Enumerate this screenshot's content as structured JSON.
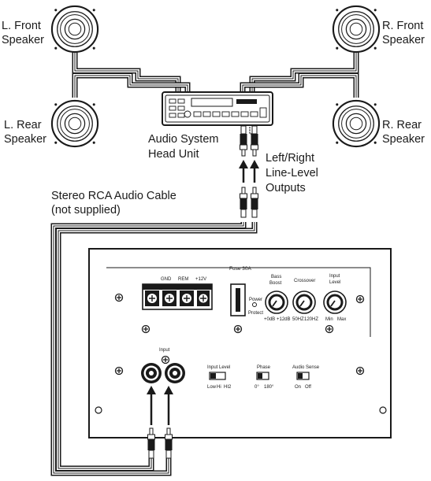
{
  "speakers": {
    "left_front": [
      "L. Front",
      "Speaker"
    ],
    "right_front": [
      "R. Front",
      "Speaker"
    ],
    "left_rear": [
      "L. Rear",
      "Speaker"
    ],
    "right_rear": [
      "R. Rear",
      "Speaker"
    ]
  },
  "head_unit": {
    "label": [
      "Audio System",
      "Head Unit"
    ]
  },
  "outputs": {
    "label": [
      "Left/Right",
      "Line-Level",
      "Outputs"
    ]
  },
  "cable": {
    "label": [
      "Stereo RCA Audio Cable",
      "(not supplied)"
    ]
  },
  "amp_panel": {
    "terminals": [
      "GND",
      "REM",
      "+12V"
    ],
    "fuse": "Fuse 30A",
    "power": "Power",
    "protect": "Protect",
    "bass_boost": {
      "label": [
        "Bass",
        "Boost"
      ],
      "min": "+0dB",
      "max": "+12dB"
    },
    "crossover": {
      "label": "Crossover",
      "min": "50HZ",
      "max": "120HZ"
    },
    "input_level_knob": {
      "label": [
        "Input",
        "Level"
      ],
      "min": "Min",
      "max": "Max"
    },
    "input": "Input",
    "input_level_switch": {
      "label": "Input Level",
      "options": [
        "Low",
        "Hi",
        "HI2"
      ]
    },
    "phase": {
      "label": "Phase",
      "options": [
        "0°",
        "180°"
      ]
    },
    "audio_sense": {
      "label": "Audio Sense",
      "options": [
        "On",
        "Off"
      ]
    }
  },
  "colors": {
    "ink": "#1a1a1a",
    "background": "#ffffff"
  }
}
